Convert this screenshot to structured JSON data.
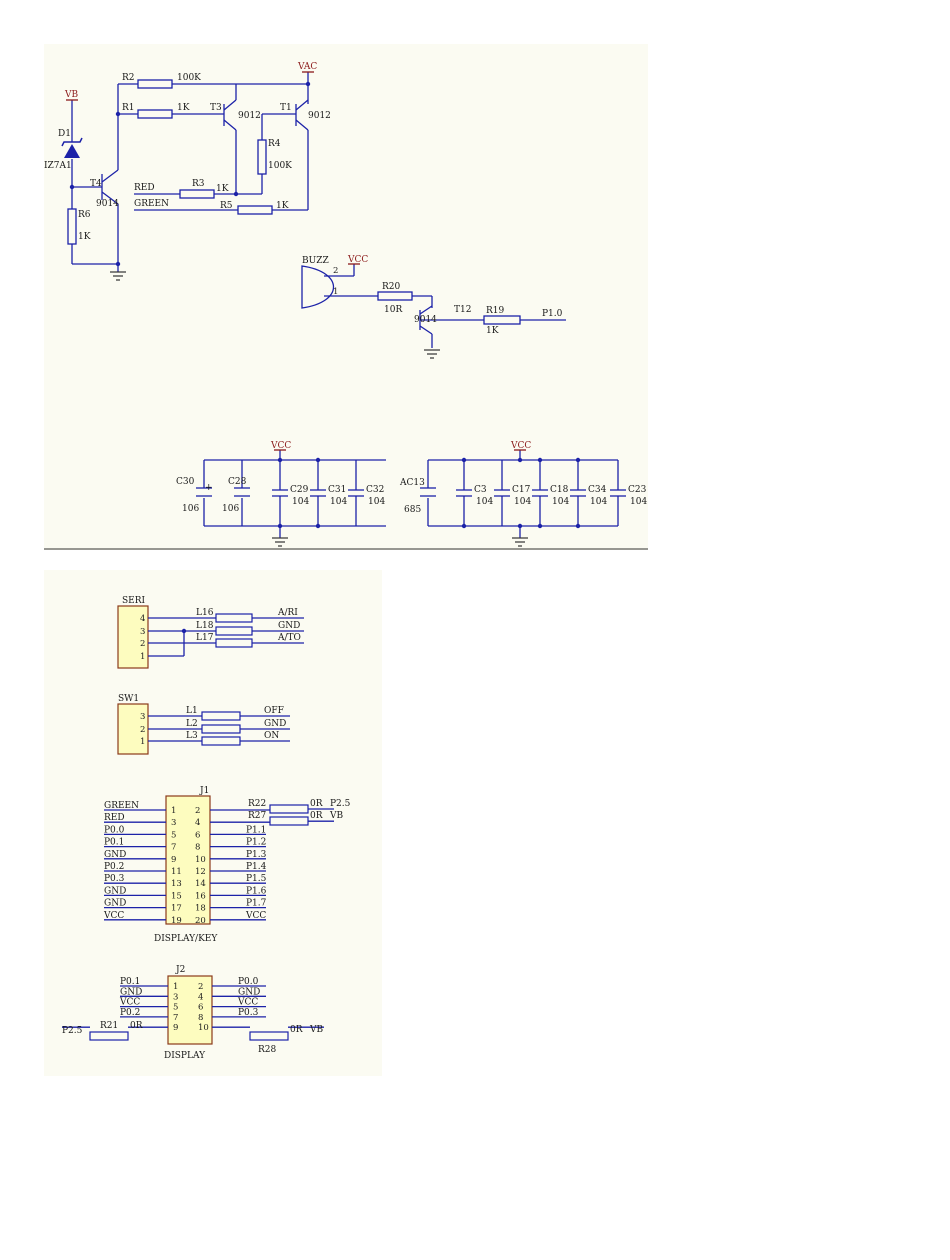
{
  "colors": {
    "panel_bg": "#fbfbf2",
    "wire": "#1c22a8",
    "power": "#8b1a1a",
    "component": "#1c22a8",
    "connector_fill": "#fdfcbf",
    "connector_stroke": "#8b3a1a",
    "text": "#1a1a1a"
  },
  "schematic_top": {
    "vb": "VB",
    "vac": "VAC",
    "d1": {
      "ref": "D1",
      "value": "IZ7A1"
    },
    "r2": {
      "ref": "R2",
      "value": "100K"
    },
    "r1": {
      "ref": "R1",
      "value": "1K"
    },
    "t3": {
      "ref": "T3",
      "value": "9012"
    },
    "t1": {
      "ref": "T1",
      "value": "9012"
    },
    "r4": {
      "ref": "R4",
      "value": "100K"
    },
    "t4": {
      "ref": "T4",
      "value": "9014"
    },
    "r6": {
      "ref": "R6",
      "value": "1K"
    },
    "red_net": "RED",
    "r3": {
      "ref": "R3",
      "value": "1K"
    },
    "green_net": "GREEN",
    "r5": {
      "ref": "R5",
      "value": "1K"
    },
    "buzz": {
      "ref": "BUZZ",
      "pin2": "2",
      "pin1": "1"
    },
    "vcc_buzz": "VCC",
    "r20": {
      "ref": "R20",
      "value": "10R"
    },
    "t12": {
      "ref": "T12",
      "value": "9014"
    },
    "r19": {
      "ref": "R19",
      "value": "1K"
    },
    "p10": "P1.0",
    "caps_left": {
      "vcc": "VCC",
      "c30": {
        "ref": "C30",
        "value": "106"
      },
      "c28": {
        "ref": "C28",
        "value": "106"
      },
      "c29": {
        "ref": "C29",
        "value": "104"
      },
      "c31": {
        "ref": "C31",
        "value": "104"
      },
      "c32": {
        "ref": "C32",
        "value": "104"
      }
    },
    "caps_right": {
      "vcc": "VCC",
      "ac13": {
        "ref": "AC13",
        "value": "685"
      },
      "c3": {
        "ref": "C3",
        "value": "104"
      },
      "c17": {
        "ref": "C17",
        "value": "104"
      },
      "c18": {
        "ref": "C18",
        "value": "104"
      },
      "c34": {
        "ref": "C34",
        "value": "104"
      },
      "c23": {
        "ref": "C23",
        "value": "104"
      }
    }
  },
  "schematic_bottom": {
    "seri": {
      "ref": "SERI",
      "pins": [
        "4",
        "3",
        "2",
        "1"
      ],
      "inductors": [
        "L16",
        "L18",
        "L17"
      ],
      "nets": [
        "A/RI",
        "GND",
        "A/TO"
      ]
    },
    "sw1": {
      "ref": "SW1",
      "pins": [
        "3",
        "2",
        "1"
      ],
      "inductors": [
        "L1",
        "L2",
        "L3"
      ],
      "nets": [
        "OFF",
        "GND",
        "ON"
      ]
    },
    "j1": {
      "ref": "J1",
      "name": "DISPLAY/KEY",
      "left_nets": [
        "GREEN",
        "RED",
        "P0.0",
        "P0.1",
        "GND",
        "P0.2",
        "P0.3",
        "GND",
        "GND",
        "VCC"
      ],
      "left_pins": [
        "1",
        "3",
        "5",
        "7",
        "9",
        "11",
        "13",
        "15",
        "17",
        "19"
      ],
      "right_pins": [
        "2",
        "4",
        "6",
        "8",
        "10",
        "12",
        "14",
        "16",
        "18",
        "20"
      ],
      "right_nets": [
        "",
        "",
        "P1.1",
        "P1.2",
        "P1.3",
        "P1.4",
        "P1.5",
        "P1.6",
        "P1.7",
        "VCC"
      ],
      "r22": {
        "ref": "R22",
        "value": "0R",
        "net": "P2.5"
      },
      "r27": {
        "ref": "R27",
        "value": "0R",
        "net": "VB"
      }
    },
    "j2": {
      "ref": "J2",
      "name": "DISPLAY",
      "left_nets": [
        "P0.1",
        "GND",
        "VCC",
        "P0.2"
      ],
      "left_pins": [
        "1",
        "3",
        "5",
        "7",
        "9"
      ],
      "right_pins": [
        "2",
        "4",
        "6",
        "8",
        "10"
      ],
      "right_nets": [
        "P0.0",
        "GND",
        "VCC",
        "P0.3"
      ],
      "r21": {
        "ref": "R21",
        "value": "0R",
        "net": "P2.5"
      },
      "r28": {
        "ref": "R28",
        "value": "0R",
        "net": "VB"
      }
    }
  }
}
